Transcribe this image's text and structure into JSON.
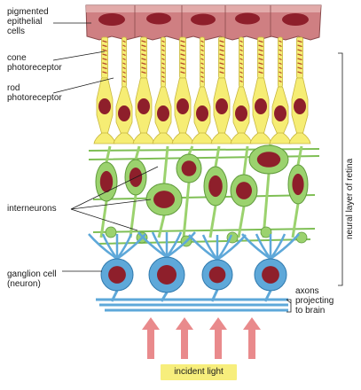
{
  "labels": {
    "pigmented": "pigmented\nepithelial\ncells",
    "cone": "cone\nphotoreceptor",
    "rod": "rod\nphotoreceptor",
    "interneurons": "interneurons",
    "ganglion": "ganglion cell\n(neuron)",
    "axons": "axons\nprojecting\nto brain",
    "neural_layer": "neural layer of retina",
    "incident_light": "incident light"
  },
  "colors": {
    "epithelium": "#c9767a",
    "epithelium_light": "#e5b3b2",
    "nucleus": "#8e1f2b",
    "photoreceptor": "#f6ed74",
    "photoreceptor_edge": "#c8b73e",
    "interneuron": "#9bd26e",
    "interneuron_edge": "#5f9a3b",
    "ganglion": "#5ea8d9",
    "ganglion_edge": "#2f79ad",
    "light_arrow": "#e98a8c",
    "caption_bg": "#f7ee7c"
  }
}
